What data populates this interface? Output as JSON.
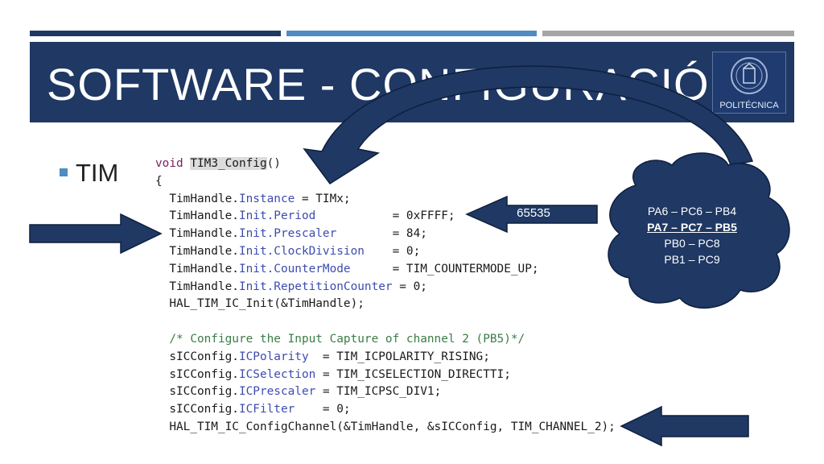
{
  "slide": {
    "title": "SOFTWARE - CONFIGURACIÓN",
    "logo_text": "POLITÉCNICA",
    "bullet": "TIM",
    "top_bar_colors": [
      "#1f3864",
      "#4f8cc2",
      "#a6a6a6"
    ],
    "accent_color": "#1f3864"
  },
  "code": {
    "l1_kw": "void",
    "l1_fn": "TIM3_Config",
    "l1_rest": "()",
    "l2": "{",
    "l3_obj": "  TimHandle.",
    "l3_prop": "Instance",
    "l3_val": " = TIMx;",
    "l4_obj": "  TimHandle.",
    "l4_prop": "Init.Period",
    "l4_val": "           = 0xFFFF;",
    "l5_obj": "  TimHandle.",
    "l5_prop": "Init.Prescaler",
    "l5_val": "        = 84;",
    "l6_obj": "  TimHandle.",
    "l6_prop": "Init.ClockDivision",
    "l6_val": "    = 0;",
    "l7_obj": "  TimHandle.",
    "l7_prop": "Init.CounterMode",
    "l7_val": "      = TIM_COUNTERMODE_UP;",
    "l8_obj": "  TimHandle.",
    "l8_prop": "Init.RepetitionCounter",
    "l8_val": " = 0;",
    "l9": "  HAL_TIM_IC_Init(&TimHandle);",
    "l11_comment": "  /* Configure the Input Capture of channel 2 (PB5)*/",
    "l12_obj": "  sICConfig.",
    "l12_prop": "ICPolarity",
    "l12_val": "  = TIM_ICPOLARITY_RISING;",
    "l13_obj": "  sICConfig.",
    "l13_prop": "ICSelection",
    "l13_val": " = TIM_ICSELECTION_DIRECTTI;",
    "l14_obj": "  sICConfig.",
    "l14_prop": "ICPrescaler",
    "l14_val": " = TIM_ICPSC_DIV1;",
    "l15_obj": "  sICConfig.",
    "l15_prop": "ICFilter",
    "l15_val": "    = 0;",
    "l16": "  HAL_TIM_IC_ConfigChannel(&TimHandle, &sICConfig, TIM_CHANNEL_2);"
  },
  "callouts": {
    "value_arrow_label": "65535",
    "cloud_lines": [
      "PA6 – PC6 – PB4",
      "PA7 – PC7 – PB5",
      "PB0 – PC8",
      "PB1 – PC9"
    ]
  }
}
